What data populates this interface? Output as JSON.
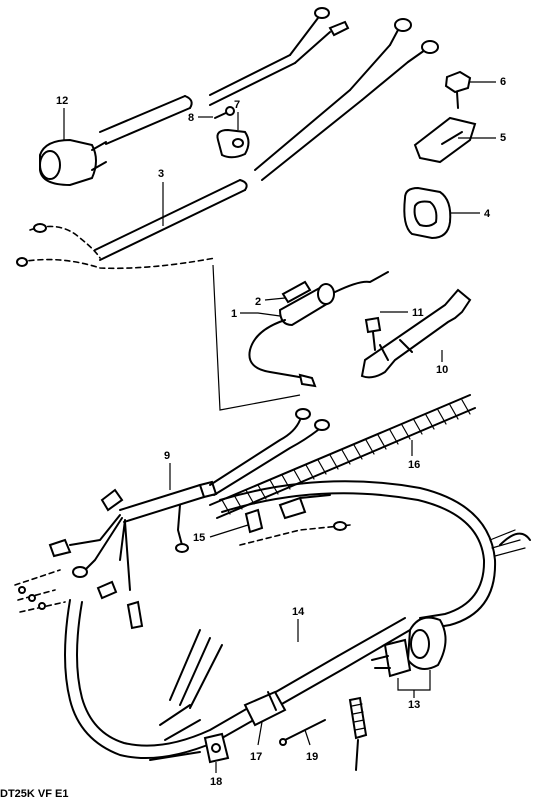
{
  "diagram": {
    "parts": [
      {
        "id": "1",
        "label": "1"
      },
      {
        "id": "2",
        "label": "2"
      },
      {
        "id": "3",
        "label": "3"
      },
      {
        "id": "4",
        "label": "4"
      },
      {
        "id": "5",
        "label": "5"
      },
      {
        "id": "6",
        "label": "6"
      },
      {
        "id": "7",
        "label": "7"
      },
      {
        "id": "8",
        "label": "8"
      },
      {
        "id": "9",
        "label": "9"
      },
      {
        "id": "10",
        "label": "10"
      },
      {
        "id": "11",
        "label": "11"
      },
      {
        "id": "12",
        "label": "12"
      },
      {
        "id": "13",
        "label": "13"
      },
      {
        "id": "14",
        "label": "14"
      },
      {
        "id": "15",
        "label": "15"
      },
      {
        "id": "16",
        "label": "16"
      },
      {
        "id": "17",
        "label": "17"
      },
      {
        "id": "18",
        "label": "18"
      },
      {
        "id": "19",
        "label": "19"
      }
    ],
    "model_code": "DT25K VF E1"
  }
}
